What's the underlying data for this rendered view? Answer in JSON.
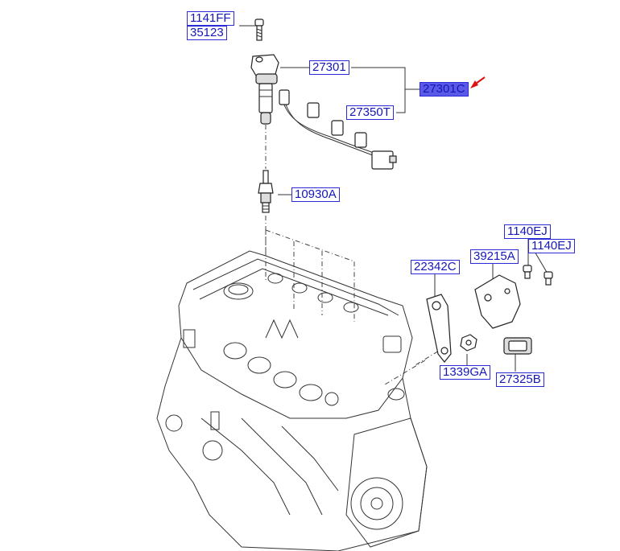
{
  "labels": {
    "1141FF": "1141FF",
    "35123": "35123",
    "27301": "27301",
    "27301C": "27301C",
    "27350T": "27350T",
    "10930A": "10930A",
    "1140EJ_a": "1140EJ",
    "1140EJ_b": "1140EJ",
    "22342C": "22342C",
    "39215A": "39215A",
    "1339GA": "1339GA",
    "27325B": "27325B"
  },
  "colors": {
    "label_border": "#2a2ad8",
    "label_text": "#1616b8",
    "selected_fill": "#5a5ae6",
    "pointer_arrow": "#e01010"
  },
  "selected_label": "27301C"
}
